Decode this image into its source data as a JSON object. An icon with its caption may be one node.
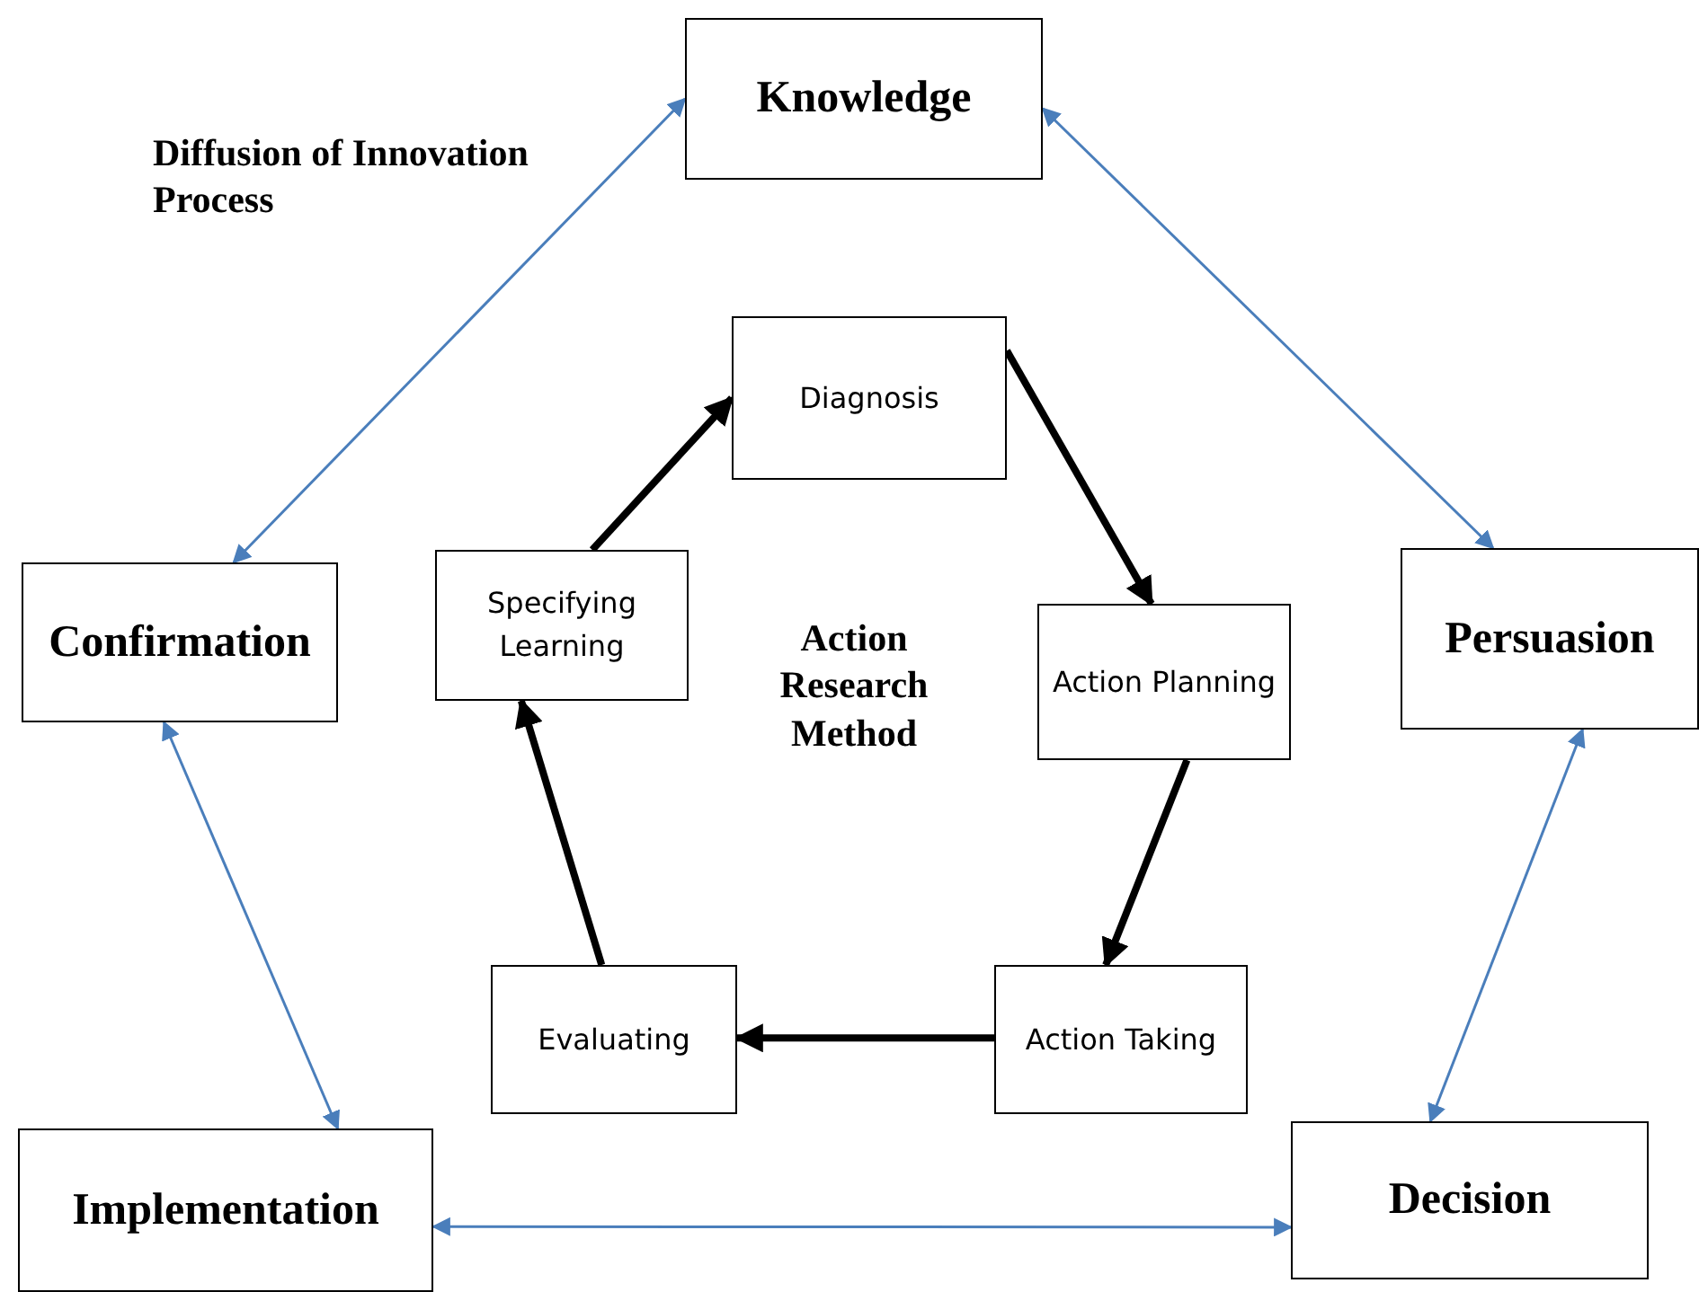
{
  "diagram": {
    "nodes": [
      {
        "text": [
          "Knowledge"
        ]
      },
      {
        "text": [
          "Confirmation"
        ]
      },
      {
        "text": [
          "Persuasion"
        ]
      },
      {
        "text": [
          "Implementation"
        ]
      },
      {
        "text": [
          "Decision"
        ]
      },
      {
        "text": [
          "Diagnosis"
        ]
      },
      {
        "text": [
          "Specifying Learning"
        ]
      },
      {
        "text": [
          "Action Planning"
        ]
      },
      {
        "text": [
          "Evaluating"
        ]
      },
      {
        "text": [
          "Action Taking"
        ]
      }
    ],
    "edges": [
      {
        "from": 0,
        "to": 1,
        "arrow": "both",
        "color": "#4a7ebb"
      },
      {
        "from": 0,
        "to": 2,
        "arrow": "both",
        "color": "#4a7ebb"
      },
      {
        "from": 1,
        "to": 3,
        "arrow": "both",
        "color": "#4a7ebb"
      },
      {
        "from": 2,
        "to": 4,
        "arrow": "both",
        "color": "#4a7ebb"
      },
      {
        "from": 3,
        "to": 4,
        "arrow": "both",
        "color": "#4a7ebb"
      },
      {
        "from": 6,
        "to": 5,
        "arrow": "to",
        "style": "thick",
        "color": "#000000"
      },
      {
        "from": 5,
        "to": 7,
        "arrow": "to",
        "style": "thick",
        "color": "#000000"
      },
      {
        "from": 7,
        "to": 9,
        "arrow": "to",
        "style": "thick",
        "color": "#000000"
      },
      {
        "from": 9,
        "to": 8,
        "arrow": "to",
        "style": "thick",
        "color": "#000000"
      },
      {
        "from": 8,
        "to": 6,
        "arrow": "to",
        "style": "thick",
        "color": "#000000"
      }
    ],
    "labels": [
      "Diffusion of Innovation Process",
      "Action Research Method"
    ]
  }
}
